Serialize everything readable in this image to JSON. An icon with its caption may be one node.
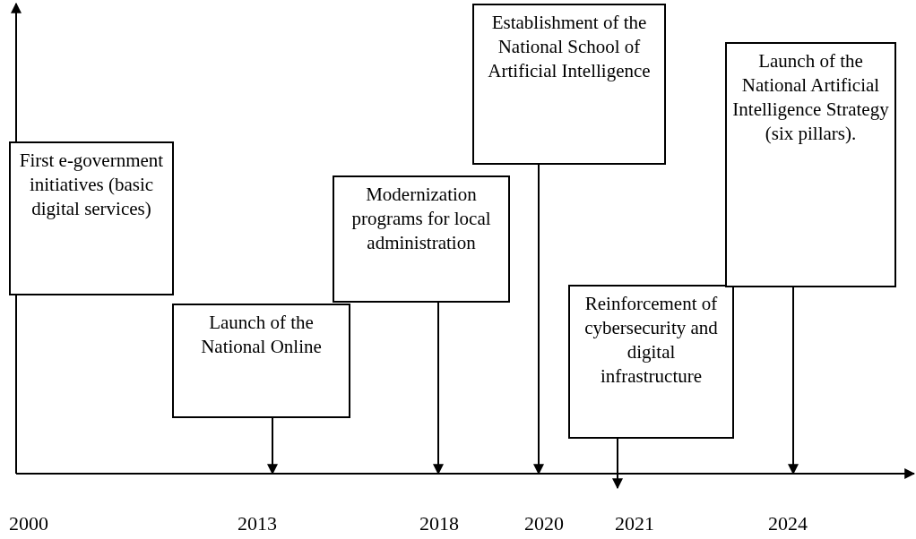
{
  "diagram": {
    "nodes": [
      {
        "text": [
          "First e-government initiatives (basic digital services)"
        ]
      },
      {
        "text": [
          "Launch of the National Online"
        ]
      },
      {
        "text": [
          "Modernization programs for local administration"
        ]
      },
      {
        "text": [
          "Establishment of the National School of Artificial Intelligence"
        ]
      },
      {
        "text": [
          "Reinforcement of cybersecurity and digital infrastructure"
        ]
      },
      {
        "text": [
          "Launch of the National Artificial Intelligence Strategy (six pillars)."
        ]
      }
    ],
    "edges": [
      {
        "from": 1,
        "to": null,
        "arrow": "to"
      },
      {
        "from": 2,
        "to": null,
        "arrow": "to"
      },
      {
        "from": 3,
        "to": null,
        "arrow": "to"
      },
      {
        "from": 4,
        "to": null,
        "arrow": "to"
      },
      {
        "from": 5,
        "to": null,
        "arrow": "to"
      }
    ],
    "labels": [
      "2000",
      "2013",
      "2018",
      "2020",
      "2021",
      "2024"
    ]
  }
}
